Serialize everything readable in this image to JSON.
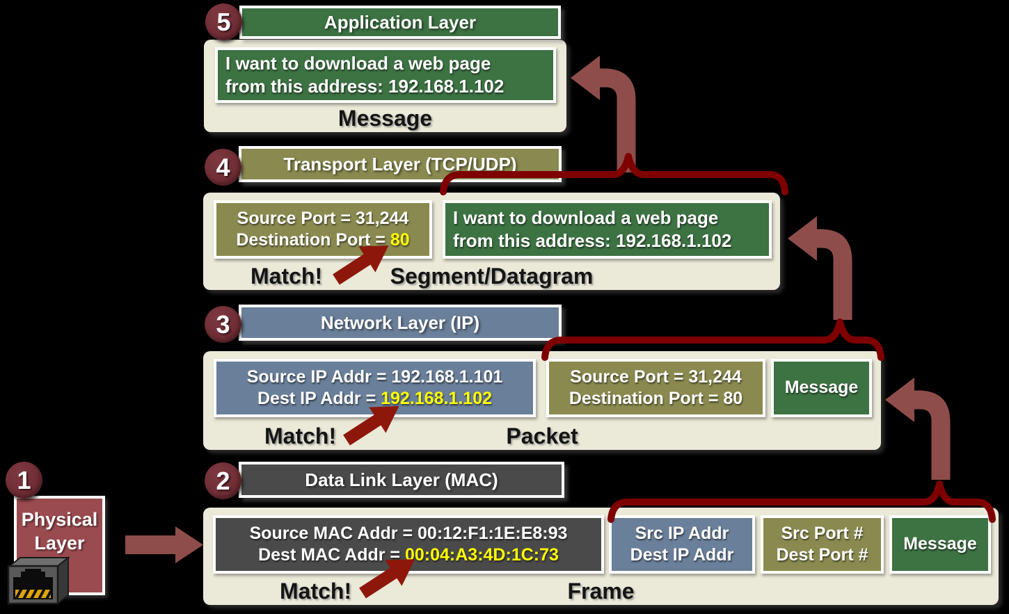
{
  "colors": {
    "background": "#000000",
    "panel_cream": "#EBE9D8",
    "green": "#3D7243",
    "olive": "#8A8A50",
    "blue_gray": "#6A7F99",
    "dark_gray": "#4A4A4A",
    "badge_maroon": "#6E2B33",
    "physical_maroon": "#9A4B50",
    "big_arrow": "#8E4D4B",
    "brace_red": "#7E0000",
    "match_arrow_red": "#8E170B",
    "highlight_yellow": "#FFFF00"
  },
  "layer5": {
    "badge": "5",
    "title": "Application Layer",
    "message_line1": "I want to download a web page",
    "message_line2": "from this address: 192.168.1.102",
    "pdu_label": "Message"
  },
  "layer4": {
    "badge": "4",
    "title": "Transport Layer (TCP/UDP)",
    "source_port": "Source Port = 31,244",
    "dest_port_label": "Destination Port  = ",
    "dest_port_value": "80",
    "message_line1": "I want to download a web page",
    "message_line2": "from this address: 192.168.1.102",
    "match_label": "Match!",
    "pdu_label": "Segment/Datagram"
  },
  "layer3": {
    "badge": "3",
    "title": "Network Layer (IP)",
    "source_ip": "Source IP Addr = 192.168.1.101",
    "dest_ip_label": "Dest IP Addr = ",
    "dest_ip_value": "192.168.1.102",
    "source_port": "Source Port = 31,244",
    "dest_port": "Destination Port = 80",
    "message_label": "Message",
    "match_label": "Match!",
    "pdu_label": "Packet"
  },
  "layer2": {
    "badge": "2",
    "title": "Data Link Layer (MAC)",
    "source_mac": "Source MAC Addr = 00:12:F1:1E:E8:93",
    "dest_mac_label": "Dest MAC Addr = ",
    "dest_mac_value": "00:04:A3:4D:1C:73",
    "ip_line1": "Src IP Addr",
    "ip_line2": "Dest IP Addr",
    "port_line1": "Src Port #",
    "port_line2": "Dest Port #",
    "message_label": "Message",
    "match_label": "Match!",
    "pdu_label": "Frame"
  },
  "layer1": {
    "badge": "1",
    "title_line1": "Physical",
    "title_line2": "Layer"
  }
}
